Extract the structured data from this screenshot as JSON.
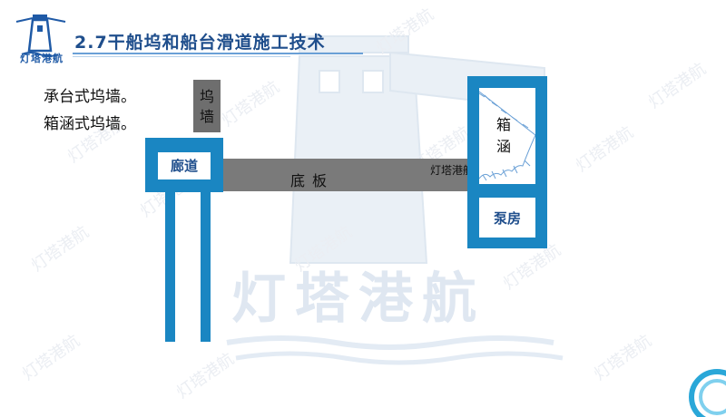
{
  "header": {
    "logo_text": "灯塔港航",
    "title": "2.7干船坞和船台滑道施工技术"
  },
  "lines": [
    "承台式坞墙。",
    "箱涵式坞墙。"
  ],
  "diagram": {
    "dock_wall_label": "坞墙",
    "corridor_label": "廊道",
    "floor_label": "底板",
    "floor_watermark": "灯塔港航",
    "box_label": "箱涵",
    "pump_label": "泵房"
  },
  "watermark": {
    "big_text": "灯塔港航",
    "small_text": "灯塔港航"
  },
  "colors": {
    "primary_blue": "#1a86c2",
    "title_blue": "#1f4e8c",
    "gray": "#7a7a7a"
  }
}
